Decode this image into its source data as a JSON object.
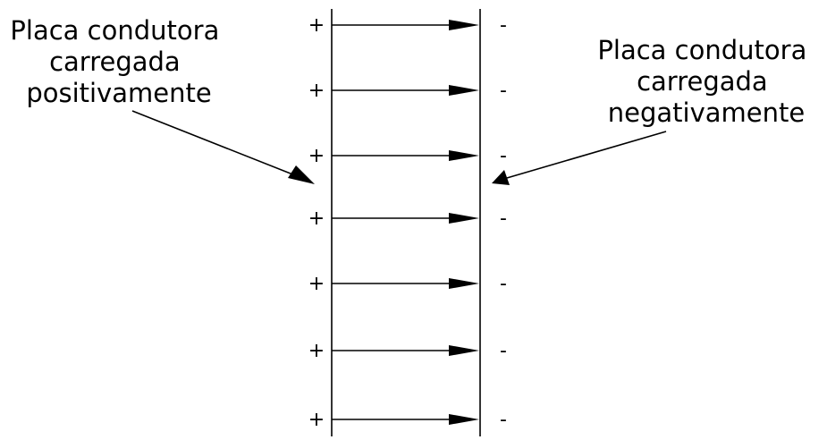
{
  "diagram": {
    "positive_plate_label": [
      "Placa condutora",
      "carregada",
      "positivamente"
    ],
    "negative_plate_label": [
      "Placa condutora",
      "carregada",
      "negativamente"
    ],
    "positive_sign": "+",
    "negative_sign": "-",
    "field_line_count": 7,
    "colors": {
      "ink": "#000000",
      "background": "#ffffff"
    }
  }
}
